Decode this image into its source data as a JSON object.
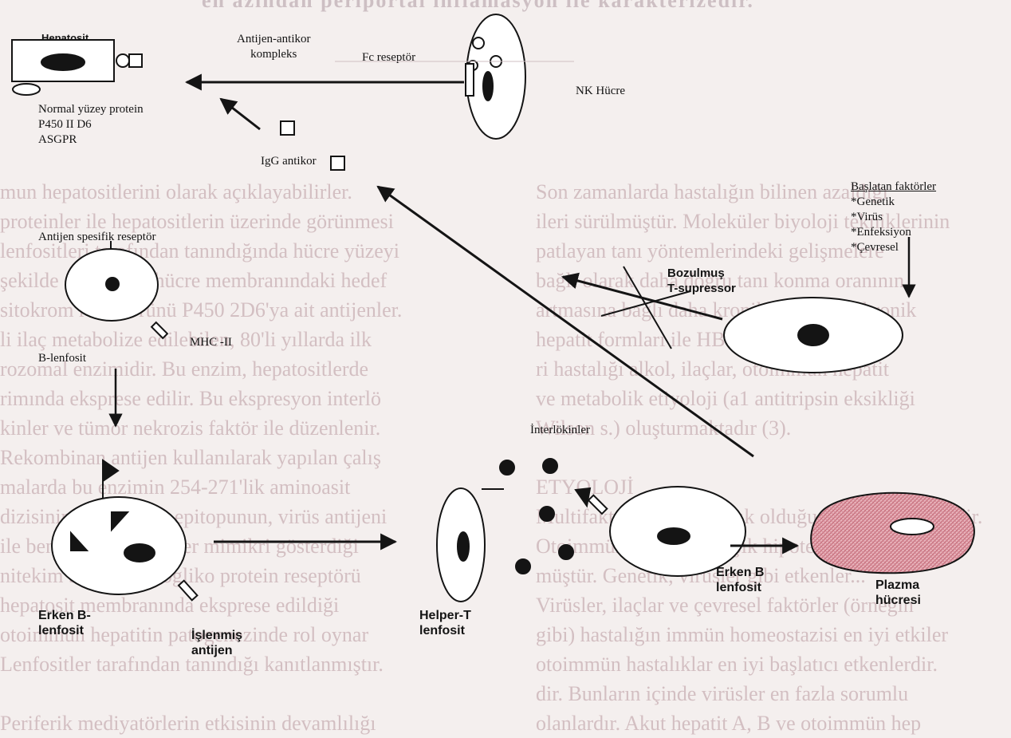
{
  "background": {
    "top_caption": "en azından periportal inflamasyon ile karakterizedir.",
    "left_column": [
      "mun hepatositlerini olarak açıklayabilirler.",
      "proteinler ile hepatositlerin üzerinde görünmesi",
      "lenfositleri tarafından tanındığında hücre yüzeyi",
      "şekilde otoimmün hücre membranındaki hedef",
      "sitokrom reseptörünü P450 2D6'ya ait antijenler.",
      "li ilaç metabolize edilebilen, 80'li yıllarda ilk",
      "rozomal enzimidir. Bu enzim, hepatositlerde",
      "rimında eksprese edilir. Bu ekspresyon interlö",
      "kinler ve tümör nekrozis faktör ile düzenlenir.",
      "Rekombinan antijen kullanılarak yapılan çalış",
      "malarda bu enzimin 254-271'lik aminoasit",
      "dizisinin tekrar eden epitopunun, virüs antijeni",
      "ile benzer bir moleküler mimikri gösterdiği",
      "nitekim bu da asyalogliko protein reseptörü",
      "hepatosit membranında eksprese edildiği",
      "otoimmün hepatitin patogenezinde rol oynar",
      "Lenfositler tarafından tanındığı kanıtlanmıştır.",
      "",
      "Periferik mediyatörlerin etkisinin devamlılığı"
    ],
    "right_column_top": [
      "Son zamanlarda hastalığın bilinen azaldığı",
      "ileri sürülmüştür. Moleküler biyoloji tekniklerinin",
      "patlayan tanı yöntemlerindeki gelişmelere",
      "bağlı olarak daha doğru tanı konma oranının",
      "artmasına bağlı daha kronik otoimmün kronik",
      "hepatit formları ile HBV, HCV, HDV ve",
      "ri hastalığı alkol, ilaçlar, otoimmün hepatit",
      "ve metabolik etiyoloji (a1 antitripsin eksikliği",
      "Wilson s.) oluşturmaktadır (3).",
      "",
      "ETYOLOJİ",
      "Multifaktöryel bir hastalık olduğu kabul edilmektedir.",
      "Otoimmün hepatit, değişik hipotezler ileri sürül",
      "müştür. Genetik, virüsler gibi etkenler...",
      "Virüsler, ilaçlar ve çevresel faktörler (örneğin",
      "gibi) hastalığın immün homeostazisi en iyi etkiler",
      "otoimmün hastalıklar en iyi başlatıcı etkenlerdir.",
      "dir. Bunların içinde virüsler en fazla sorumlu",
      "olanlardır. Akut hepatit A, B ve otoimmün hep"
    ],
    "right_column_bottom": [],
    "section_heading": ""
  },
  "diagram": {
    "hepatocyte": {
      "title": "Hepatosit",
      "proteins": [
        "Normal yüzey protein",
        "P450 II D6",
        "ASGPR"
      ]
    },
    "complex_label": [
      "Antijen-antikor",
      "kompleks"
    ],
    "fc_receptor": "Fc reseptör",
    "nk_cell": "NK Hücre",
    "igg": "IgG antikor",
    "initiating": {
      "title": "Başlatan faktörler",
      "items": [
        "*Genetik",
        "*Virüs",
        "*Enfeksiyon",
        "*Çevresel"
      ]
    },
    "t_suppressor": [
      "Bozulmuş",
      "T-supressor"
    ],
    "antigen_receptor": "Antijen spesifik reseptör",
    "mhc": "MHC -II",
    "b_lymphocyte": "B-lenfosit",
    "interleukins": "İnterlökinler",
    "early_b_left": [
      "Erken B-",
      "lenfosit"
    ],
    "processed_antigen": [
      "İşlenmiş",
      "antijen"
    ],
    "helper_t": [
      "Helper-T",
      "lenfosit"
    ],
    "early_b_right": [
      "Erken B",
      "lenfosit"
    ],
    "plasma_cell": [
      "Plazma",
      "hücresi"
    ]
  },
  "colors": {
    "ink": "#141414",
    "plasma_fill": "#d98f99",
    "background_text": "#d3bfc2",
    "page": "#f4efee"
  }
}
